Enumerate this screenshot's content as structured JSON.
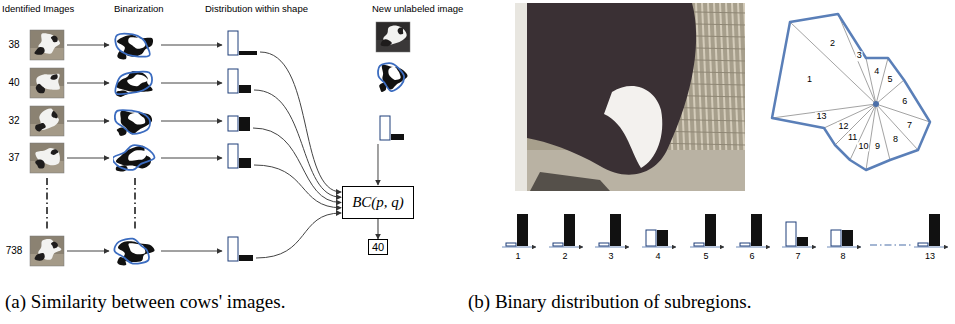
{
  "diagram": {
    "nodes": [
      {
        "text": [
          "BC(p, q)"
        ]
      },
      {
        "text": [
          "40"
        ]
      }
    ],
    "edges": [
      {
        "from": 0,
        "to": 1,
        "arrow": "to"
      }
    ],
    "labels": [
      "Identified Images",
      "Binarization",
      "Distribution within shape",
      "New unlabeled image",
      "38",
      "40",
      "32",
      "37",
      "738",
      "1",
      "2",
      "3",
      "4",
      "5",
      "6",
      "7",
      "8",
      "9",
      "10",
      "11",
      "12",
      "13",
      "1",
      "2",
      "3",
      "4",
      "5",
      "6",
      "7",
      "8",
      "13",
      "(a) Similarity between cows' images.",
      "(b) Binary distribution of subregions."
    ]
  }
}
